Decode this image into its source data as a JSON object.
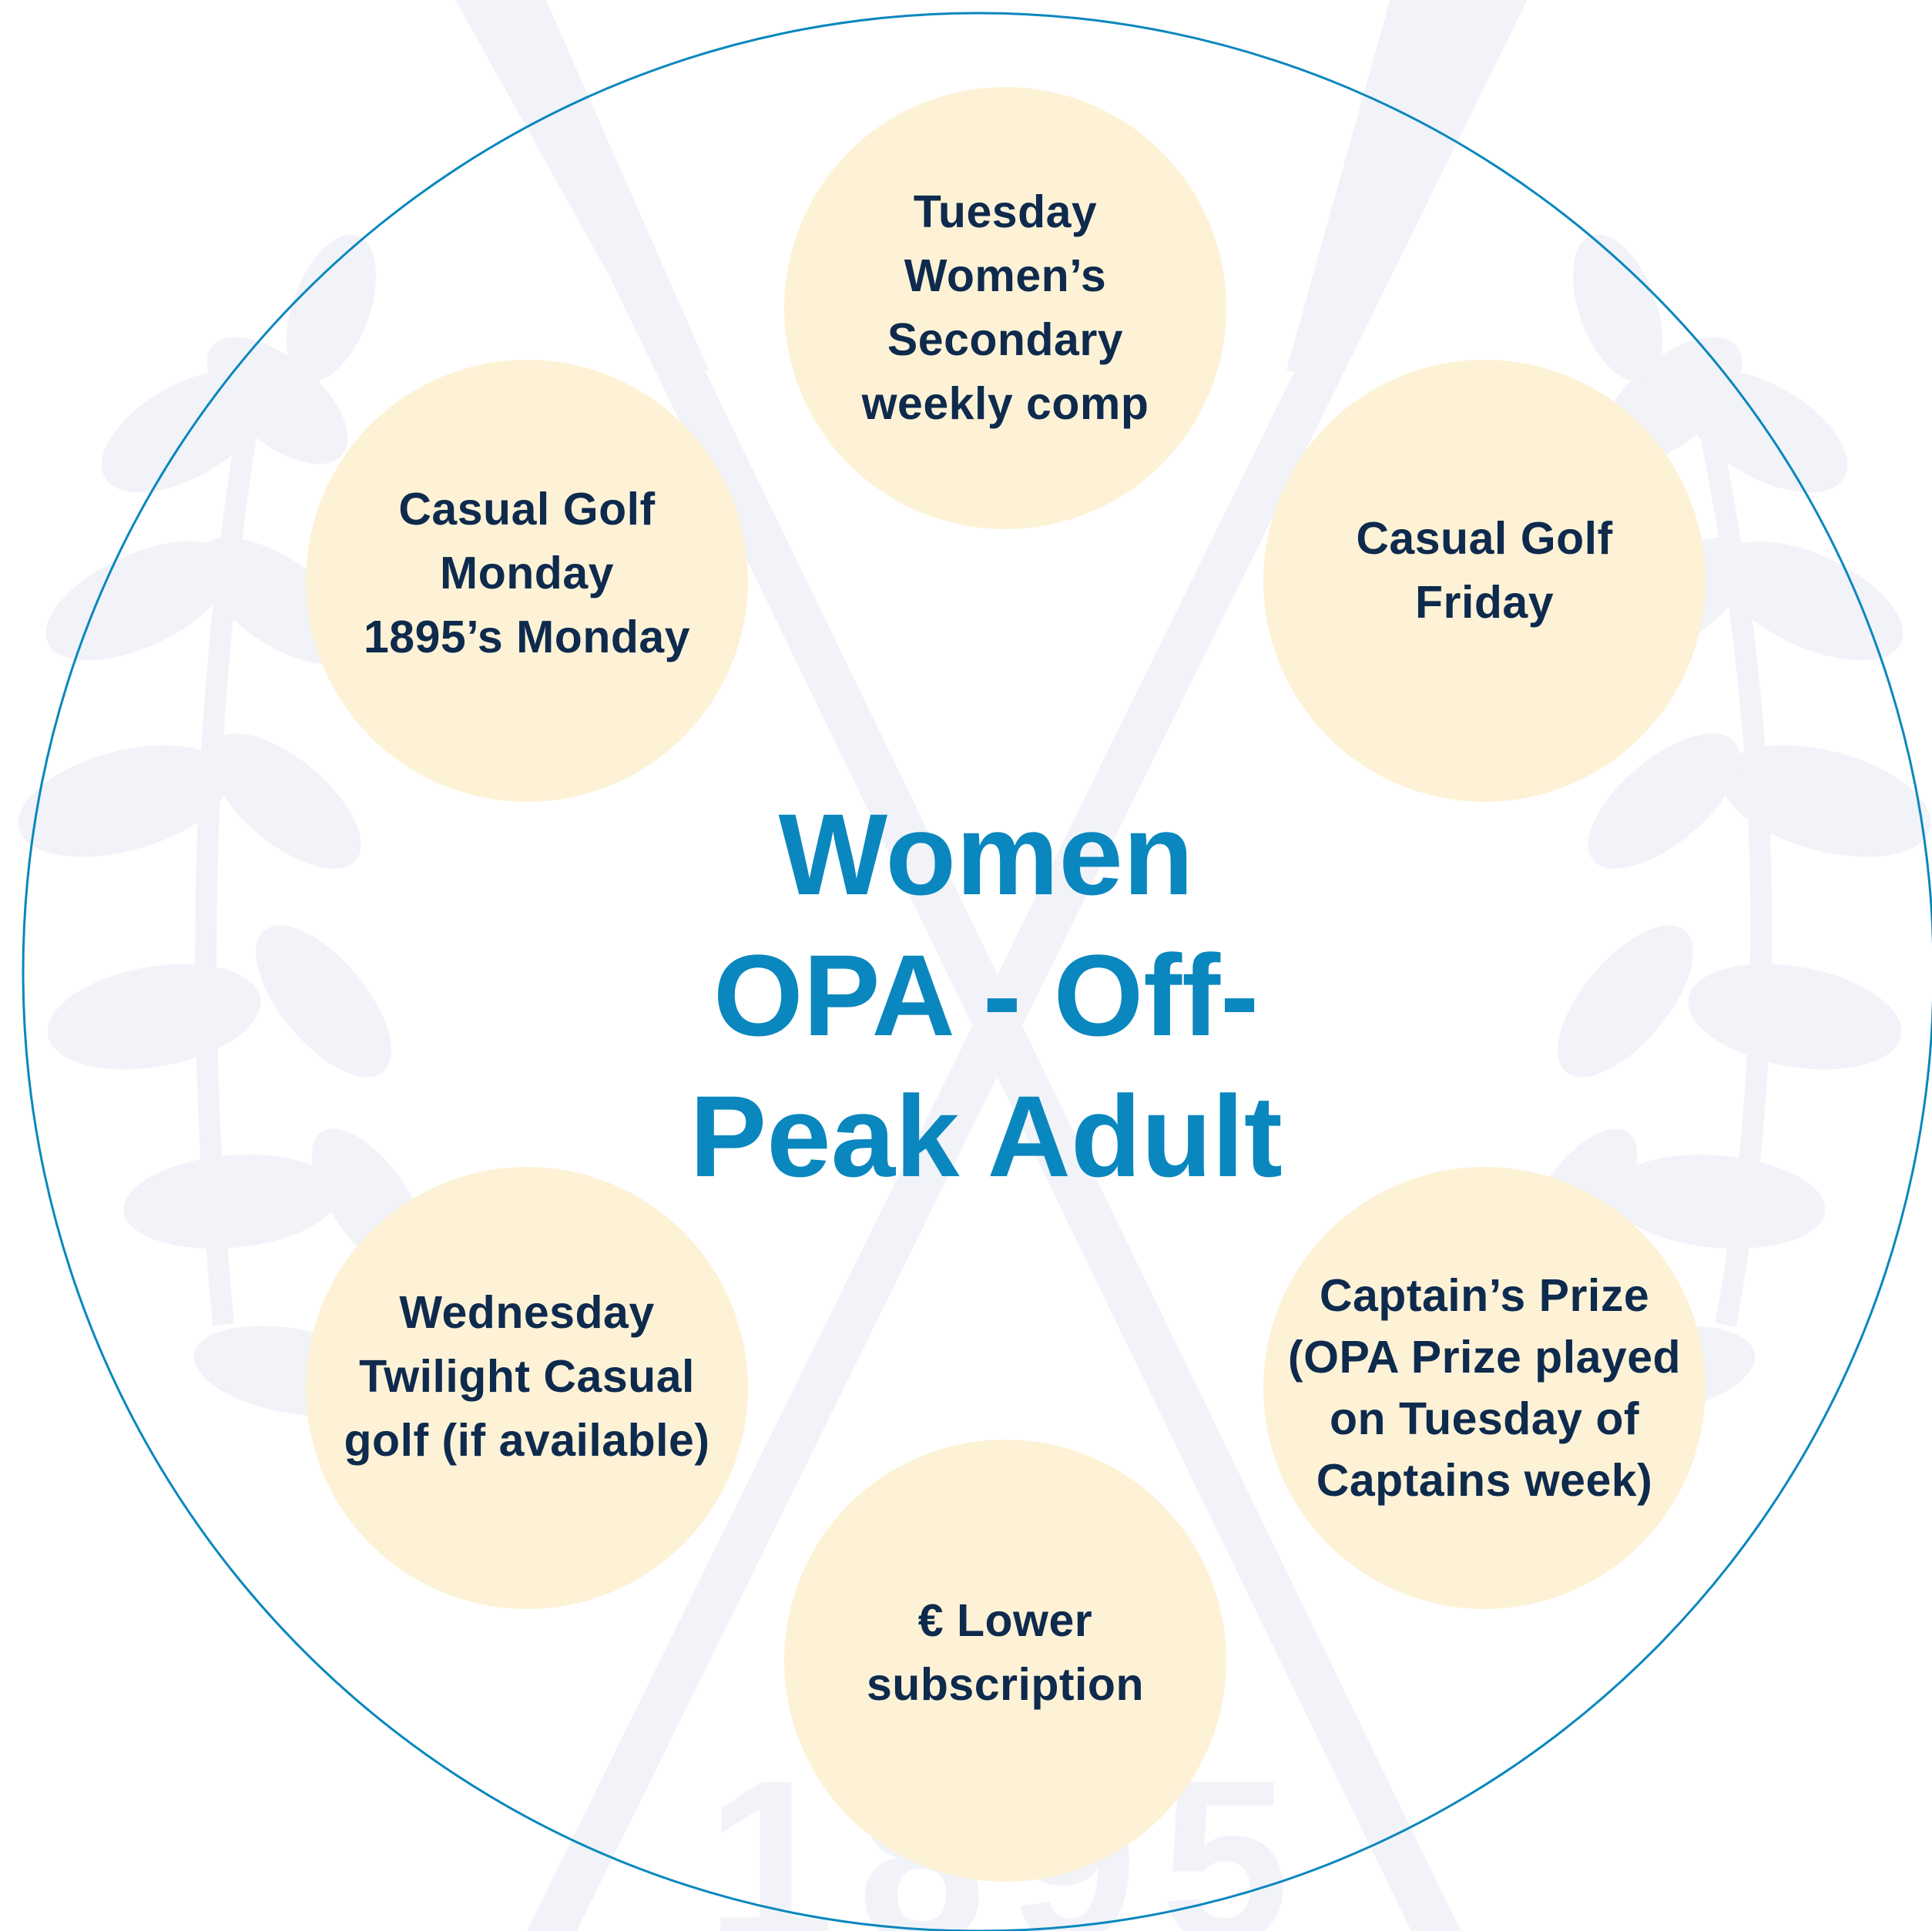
{
  "title_lines": [
    "Women",
    "OPA - Off-",
    "Peak Adult"
  ],
  "watermark_year": "1895",
  "colors": {
    "title": "#0a87be",
    "bubble_fill": "#fdf2d6",
    "bubble_text": "#0e2a4d",
    "outline": "#0a87be",
    "watermark": "#f1f3f8"
  },
  "bubbles": {
    "top": [
      "Tuesday",
      "Women’s",
      "Secondary",
      "weekly comp"
    ],
    "top_left": [
      "Casual Golf",
      "Monday",
      "1895’s Monday"
    ],
    "top_right": [
      "Casual Golf",
      "Friday"
    ],
    "bottom_left": [
      "Wednesday",
      "Twilight Casual",
      "golf (if available)"
    ],
    "bottom_right": [
      "Captain’s Prize",
      "(OPA Prize played",
      "on Tuesday of",
      "Captains week)"
    ],
    "bottom": [
      "€ Lower",
      "subscription"
    ]
  }
}
